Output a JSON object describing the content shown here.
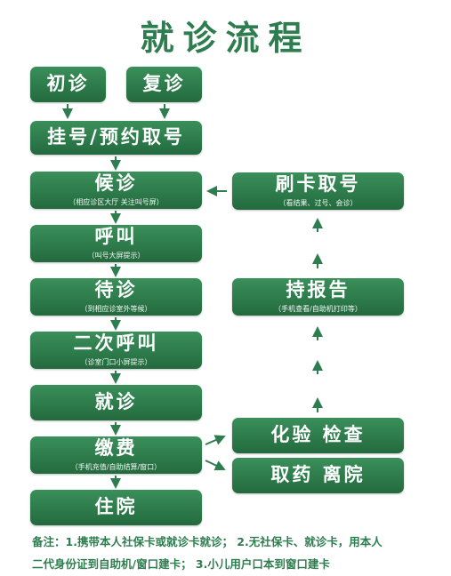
{
  "title": "就诊流程",
  "steps": {
    "chuzhen": {
      "label": "初诊"
    },
    "fuzhen": {
      "label": "复诊"
    },
    "guahao": {
      "label": "挂号/预约取号"
    },
    "houzhen": {
      "label": "候诊",
      "sub": "（相应诊区大厅 关注叫号屏）"
    },
    "hujiao": {
      "label": "呼叫",
      "sub": "（叫号大屏提示）"
    },
    "daizhen": {
      "label": "待诊",
      "sub": "（到相应诊室外等候）"
    },
    "ercihujiao": {
      "label": "二次呼叫",
      "sub": "（诊室门口小屏提示）"
    },
    "jiuzhen": {
      "label": "就诊"
    },
    "jiaofei": {
      "label": "缴费",
      "sub": "（手机充值/自助结算/窗口）"
    },
    "zhuyuan": {
      "label": "住院"
    },
    "shuaka": {
      "label": "刷卡取号",
      "sub": "（看结果、过号、会诊）"
    },
    "chibaogao": {
      "label": "持报告",
      "sub": "（手机查看/自助机打印等）"
    },
    "huayan": {
      "label": "化验 检查"
    },
    "quyao": {
      "label": "取药 离院"
    }
  },
  "note": {
    "line1": "备注：1.携带本人社保卡或就诊卡就诊；   2.无社保卡、就诊卡，用本人",
    "line2": "二代身份证到自助机/窗口建卡；   3.小儿用户口本到窗口建卡"
  },
  "colors": {
    "primary": "#2e7d4f",
    "box_top": "#3a8f5a",
    "box_bottom": "#236a3e"
  }
}
